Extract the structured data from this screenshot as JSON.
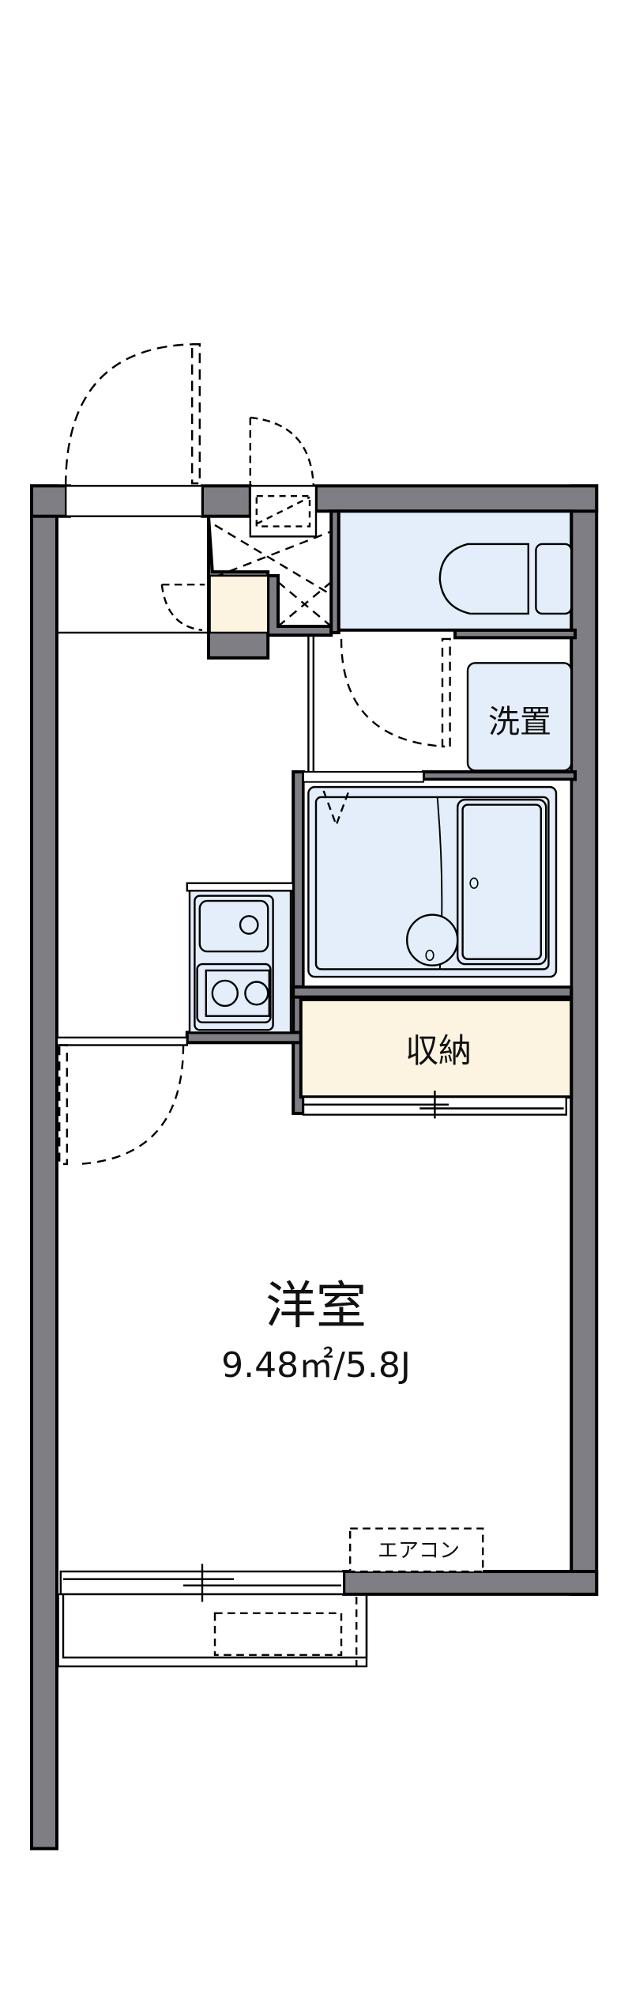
{
  "floorplan": {
    "colors": {
      "wall": "#7f7e84",
      "wet_area": "#e4eefb",
      "storage": "#fdf3e1",
      "line": "#000000"
    },
    "rooms": {
      "western_room": {
        "name": "洋室",
        "area": "9.48㎡/5.8J"
      },
      "storage": {
        "name": "収納"
      },
      "washer": {
        "name": "洗置"
      },
      "aircon": {
        "name": "エアコン"
      }
    }
  }
}
